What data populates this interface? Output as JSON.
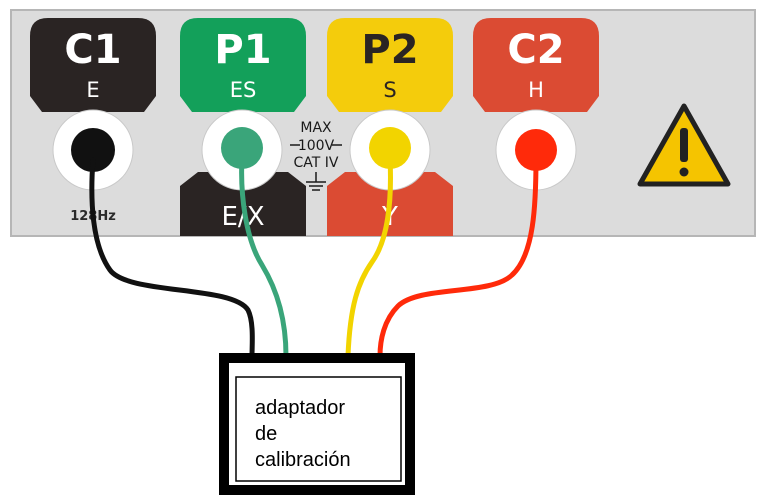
{
  "terminals": [
    {
      "id": "c1",
      "name": "C1",
      "sub": "E",
      "color": "#2a2423",
      "wire_color": "#111111"
    },
    {
      "id": "p1",
      "name": "P1",
      "sub": "ES",
      "color": "#13a05a",
      "wire_color": "#3aa57a"
    },
    {
      "id": "p2",
      "name": "P2",
      "sub": "S",
      "color": "#f4cc0c",
      "wire_color": "#f2d400"
    },
    {
      "id": "c2",
      "name": "C2",
      "sub": "H",
      "color": "#db4b33",
      "wire_color": "#ff2a0a"
    }
  ],
  "rating": {
    "line1": "MAX",
    "line2": "100V",
    "line3": "CAT IV"
  },
  "frequency_label": "128Hz",
  "lower_labels": {
    "ex": "E/X",
    "y": "Y"
  },
  "warning_icon": "warning-triangle-icon",
  "adapter": {
    "line1": "adaptador",
    "line2": "de",
    "line3": "calibración"
  },
  "colors": {
    "panel": "#dcdcdc",
    "panel_edge": "#b4b4b4",
    "warning": "#f5c400"
  }
}
